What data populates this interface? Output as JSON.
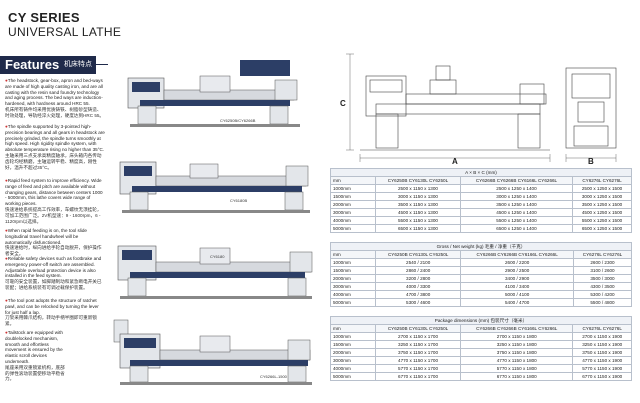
{
  "header": {
    "series": "CY SERIES",
    "subtitle": "UNIVERSAL LATHE"
  },
  "features": {
    "title_en": "Features",
    "title_cn": "机床特点",
    "paragraphs": [
      {
        "en": "The headstock, gear-box, apron and bed-ways are made of high quality casting iron, and are all casting with the resin sand foundry technology and aging process. The bed ways are induction-hardened, with hardness around HRC 55.",
        "cn": "机床所有铸件均采用优质铸铁、树脂砂型铸造、时效处理，导轨经淬火处理，硬度达到HRC 55。"
      },
      {
        "en": "The spindle supported by 3-pointed high-precision bearings and all gears in headstock are precisely grinded, the spindle turns smoothly at high speed. High rigidity spindle system, with absolute temperature rising no higher than 35°C.",
        "cn": "主轴采用三点支承高精度轴承，床头箱内各传动齿轮均经精磨，主轴运转平稳、精度高，刚性好，温升不超过35°C。"
      },
      {
        "en": "Rapid feed system to improve efficiency. Wide range of feed and pitch are available without changing gears, distance between centers 1000 - 5000mm, this lathe covers wide range of working pieces.",
        "cn": "快速进给系统提高工作效率，车螺纹无须挂轮，可加工范围广泛。2V机型速：9 - 1600rpm，6 - 1120rpm以选择。"
      },
      {
        "en": "When rapid feeding is on, the tool slide longitudinal travel handwheel will be automatically disfunctioned.",
        "cn": "快速进给时，纵向进给手轮自动脱开，保护操作者安全。"
      },
      {
        "en": "Reliable safety devices such as footbrake and emergency power-off switch are assembled. Adjustable overload protection device is also installed in the feed system.",
        "cn": "可靠的安全装置，如脚踏制动和紧急断电开关已装配；进给系统装有可调过载保护装置。"
      },
      {
        "en": "The tool post adopts the structure of ratchet pawl, and can be relocked by turning the lever for just half a lap.",
        "cn": "刀架采用棘爪结构，转动手柄半圈即可重新锁紧。"
      },
      {
        "en": "Tailstock are equipped with doublelocked mechanism, smooth and effortless movement is ensured by the elastic scroll devices underneath.",
        "cn": "尾座采用双重锁紧机构，底部的弹性滚动装置使移动平稳省力。"
      }
    ]
  },
  "photos": [
    {
      "model_label": "CY6250B/CY6266B"
    },
    {
      "model_label": "CY6180B"
    },
    {
      "model_label": "CY6180"
    },
    {
      "model_label": "CY6266L-1500"
    }
  ],
  "drawing": {
    "label_a": "A",
    "label_b": "B",
    "label_c": "C",
    "unit_label": "mm"
  },
  "dimensions_table": {
    "caption": "A × B × C (mm)",
    "columns": [
      "CY6250B CY6130L CY6250L",
      "CY6266B CY6266B CY6166L CY6266L",
      "CY6276L CY6276L"
    ],
    "rows": [
      {
        "len": "1000mm",
        "vals": [
          "2500 x 1150 x 1300",
          "2500 x 1250 x 1400",
          "2500 x 1250 x 1500"
        ]
      },
      {
        "len": "1500mm",
        "vals": [
          "3000 x 1150 x 1300",
          "3000 x 1250 x 1400",
          "3000 x 1250 x 1500"
        ]
      },
      {
        "len": "2000mm",
        "vals": [
          "3500 x 1150 x 1300",
          "3500 x 1250 x 1400",
          "3500 x 1250 x 1500"
        ]
      },
      {
        "len": "3000mm",
        "vals": [
          "4500 x 1150 x 1300",
          "4500 x 1250 x 1400",
          "4500 x 1250 x 1500"
        ]
      },
      {
        "len": "4000mm",
        "vals": [
          "5500 x 1150 x 1300",
          "5500 x 1250 x 1400",
          "5500 x 1250 x 1500"
        ]
      },
      {
        "len": "5000mm",
        "vals": [
          "6500 x 1150 x 1300",
          "6500 x 1250 x 1400",
          "6500 x 1250 x 1500"
        ]
      }
    ]
  },
  "weight_table": {
    "caption": "Gross / Net weight (kg) 毛重 / 净重（千克）",
    "columns": [
      "CY6250B CY6130L CY6250L",
      "CY6266B CY6266B CY6166L CY6266L",
      "CY6276L CY6276L"
    ],
    "rows": [
      {
        "len": "1000mm",
        "vals": [
          "2540 / 2100",
          "2600 / 2200",
          "2600 / 2300"
        ]
      },
      {
        "len": "1500mm",
        "vals": [
          "2860 / 2400",
          "2900 / 2500",
          "3100 / 2600"
        ]
      },
      {
        "len": "2000mm",
        "vals": [
          "3200 / 2800",
          "3400 / 2900",
          "3500 / 3000"
        ]
      },
      {
        "len": "3000mm",
        "vals": [
          "4000 / 3300",
          "4100 / 3400",
          "4300 / 3500"
        ]
      },
      {
        "len": "4000mm",
        "vals": [
          "4700 / 3800",
          "5000 / 4100",
          "5300 / 4200"
        ]
      },
      {
        "len": "5000mm",
        "vals": [
          "5300 / 4600",
          "5400 / 4700",
          "5500 / 4800"
        ]
      }
    ]
  },
  "package_table": {
    "caption": "Package dimensions (mm) 包装尺寸（毫米）",
    "columns": [
      "CY6250B CY6130L CY6250L",
      "CY6266B CY6266B CY6166L CY6266L",
      "CY6276L CY6276L"
    ],
    "rows": [
      {
        "len": "1000mm",
        "vals": [
          "2700 x 1150 x 1700",
          "2700 x 1150 x 1800",
          "2700 x 1150 x 1900"
        ]
      },
      {
        "len": "1500mm",
        "vals": [
          "3250 x 1150 x 1700",
          "3250 x 1150 x 1800",
          "3250 x 1150 x 1900"
        ]
      },
      {
        "len": "2000mm",
        "vals": [
          "3750 x 1150 x 1700",
          "3750 x 1150 x 1800",
          "3750 x 1150 x 1900"
        ]
      },
      {
        "len": "3000mm",
        "vals": [
          "4770 x 1150 x 1700",
          "4770 x 1150 x 1800",
          "4770 x 1150 x 1900"
        ]
      },
      {
        "len": "4000mm",
        "vals": [
          "5770 x 1150 x 1700",
          "5770 x 1150 x 1800",
          "5770 x 1150 x 1900"
        ]
      },
      {
        "len": "5000mm",
        "vals": [
          "6770 x 1150 x 1700",
          "6770 x 1150 x 1800",
          "6770 x 1150 x 1900"
        ]
      }
    ]
  },
  "colors": {
    "accent": "#1f2a4a",
    "bullet": "#cc3333",
    "machine_body": "#e6e8ec",
    "machine_dark": "#2c3e66"
  }
}
